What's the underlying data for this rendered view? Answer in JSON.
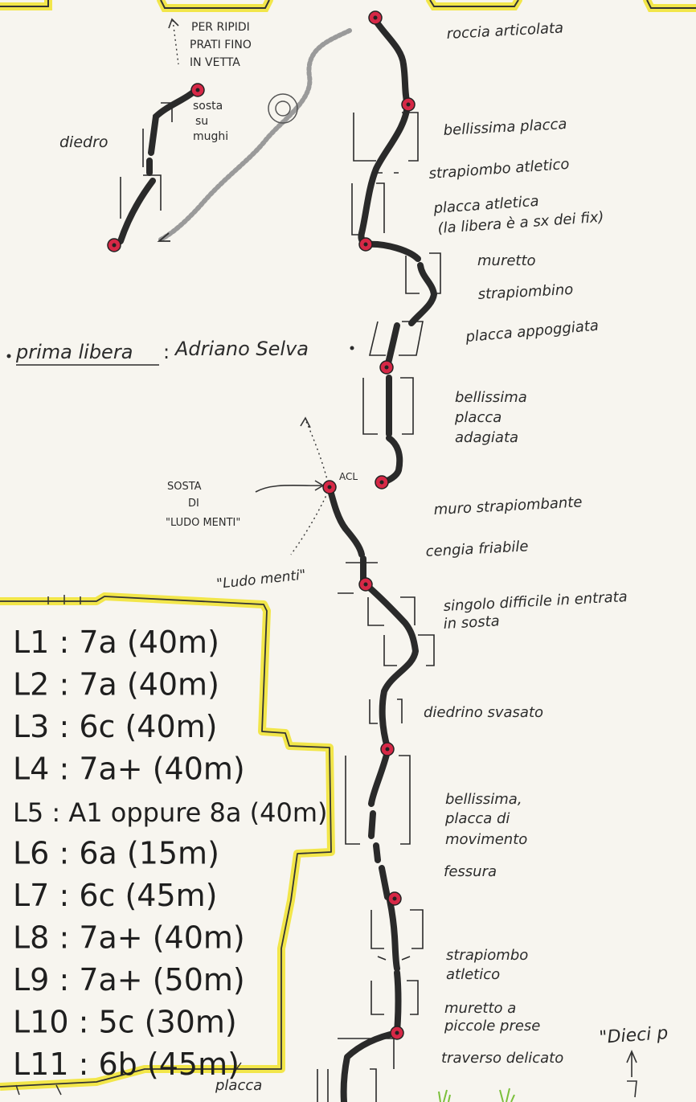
{
  "top_note": [
    "PER RIPIDI",
    "PRATI FINO",
    "IN VETTA"
  ],
  "sosta_mughi": [
    "sosta",
    "su",
    "mughi"
  ],
  "diedro": "diedro",
  "prima_libera": {
    "label": "prima libera",
    "colon": ":",
    "name": "Adriano Selva"
  },
  "sosta_ludo": [
    "SOSTA",
    "DI",
    "\"LUDO MENTI\""
  ],
  "ludo_menti": "\"Ludo menti\"",
  "acl": "ACL",
  "features": [
    "roccia articolata",
    "bellissima placca",
    "strapiombo atletico",
    "placca atletica",
    "(la libera è a sx dei fix)",
    "muretto",
    "strapiombino",
    "placca appoggiata",
    "bellissima",
    "placca",
    "adagiata",
    "muro strapiombante",
    "cengia friabile",
    "singolo difficile in entrata",
    "in sosta",
    "diedrino svasato",
    "bellissima,",
    "placca di",
    "movimento",
    "fessura",
    "strapiombo",
    "atletico",
    "muretto a",
    "piccole prese",
    "traverso delicato",
    "\"Dieci p",
    "placca"
  ],
  "pitches": [
    {
      "id": "L1",
      "grade": "7a",
      "length": "(40m)"
    },
    {
      "id": "L2",
      "grade": "7a",
      "length": "(40m)"
    },
    {
      "id": "L3",
      "grade": "6c",
      "length": "(40m)"
    },
    {
      "id": "L4",
      "grade": "7a+",
      "length": "(40m)"
    },
    {
      "id": "L5",
      "grade": "A1 oppure 8a",
      "length": "(40m)"
    },
    {
      "id": "L6",
      "grade": "6a",
      "length": "(15m)"
    },
    {
      "id": "L7",
      "grade": "6c",
      "length": "(45m)"
    },
    {
      "id": "L8",
      "grade": "7a+",
      "length": "(40m)"
    },
    {
      "id": "L9",
      "grade": "7a+",
      "length": "(50m)"
    },
    {
      "id": "L10",
      "grade": "5c",
      "length": "(30m)"
    },
    {
      "id": "L11",
      "grade": "6b",
      "length": "(45m)"
    }
  ],
  "colors": {
    "route": "#2a2a2a",
    "belay": "#d62846",
    "highlight": "#f2e64a",
    "ink": "#2b2b2b",
    "paper": "#f7f5ef"
  }
}
